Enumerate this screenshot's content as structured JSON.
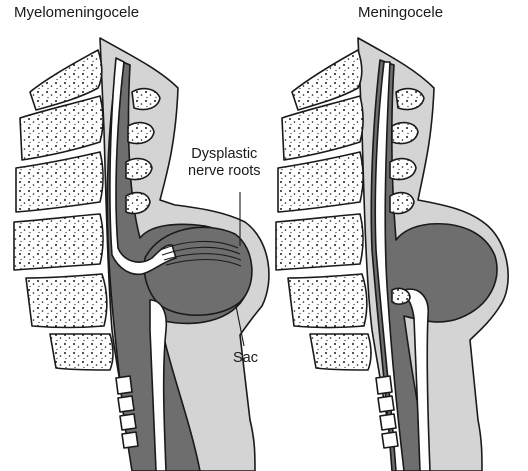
{
  "diagram": {
    "left_panel": {
      "title": "Myelomeningocele"
    },
    "right_panel": {
      "title": "Meningocele"
    },
    "annotations": {
      "dysplastic_line1": "Dysplastic",
      "dysplastic_line2": "nerve roots",
      "sac": "Sac"
    },
    "colors": {
      "outline": "#1a1a1a",
      "csf_dark": "#6e6e6e",
      "tissue_light": "#d4d4d4",
      "bone": "#ffffff"
    }
  }
}
